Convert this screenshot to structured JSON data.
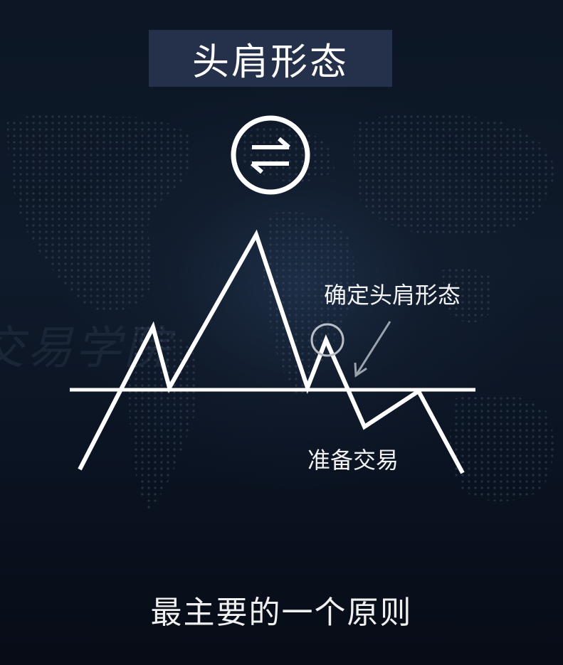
{
  "title": "头肩形态",
  "watermark": "交易学院",
  "annotations": {
    "confirm": "确定头肩形态",
    "ready": "准备交易"
  },
  "subtitle": "最主要的一个原则",
  "icons": {
    "swap": "swap-arrows-icon",
    "highlight": "circle-highlight-icon",
    "pointer": "pointer-arrow-icon"
  },
  "colors": {
    "background": "#0b1320",
    "title_box": "#25304a",
    "line": "#ffffff",
    "annotation_gray": "#9aa3ad"
  }
}
